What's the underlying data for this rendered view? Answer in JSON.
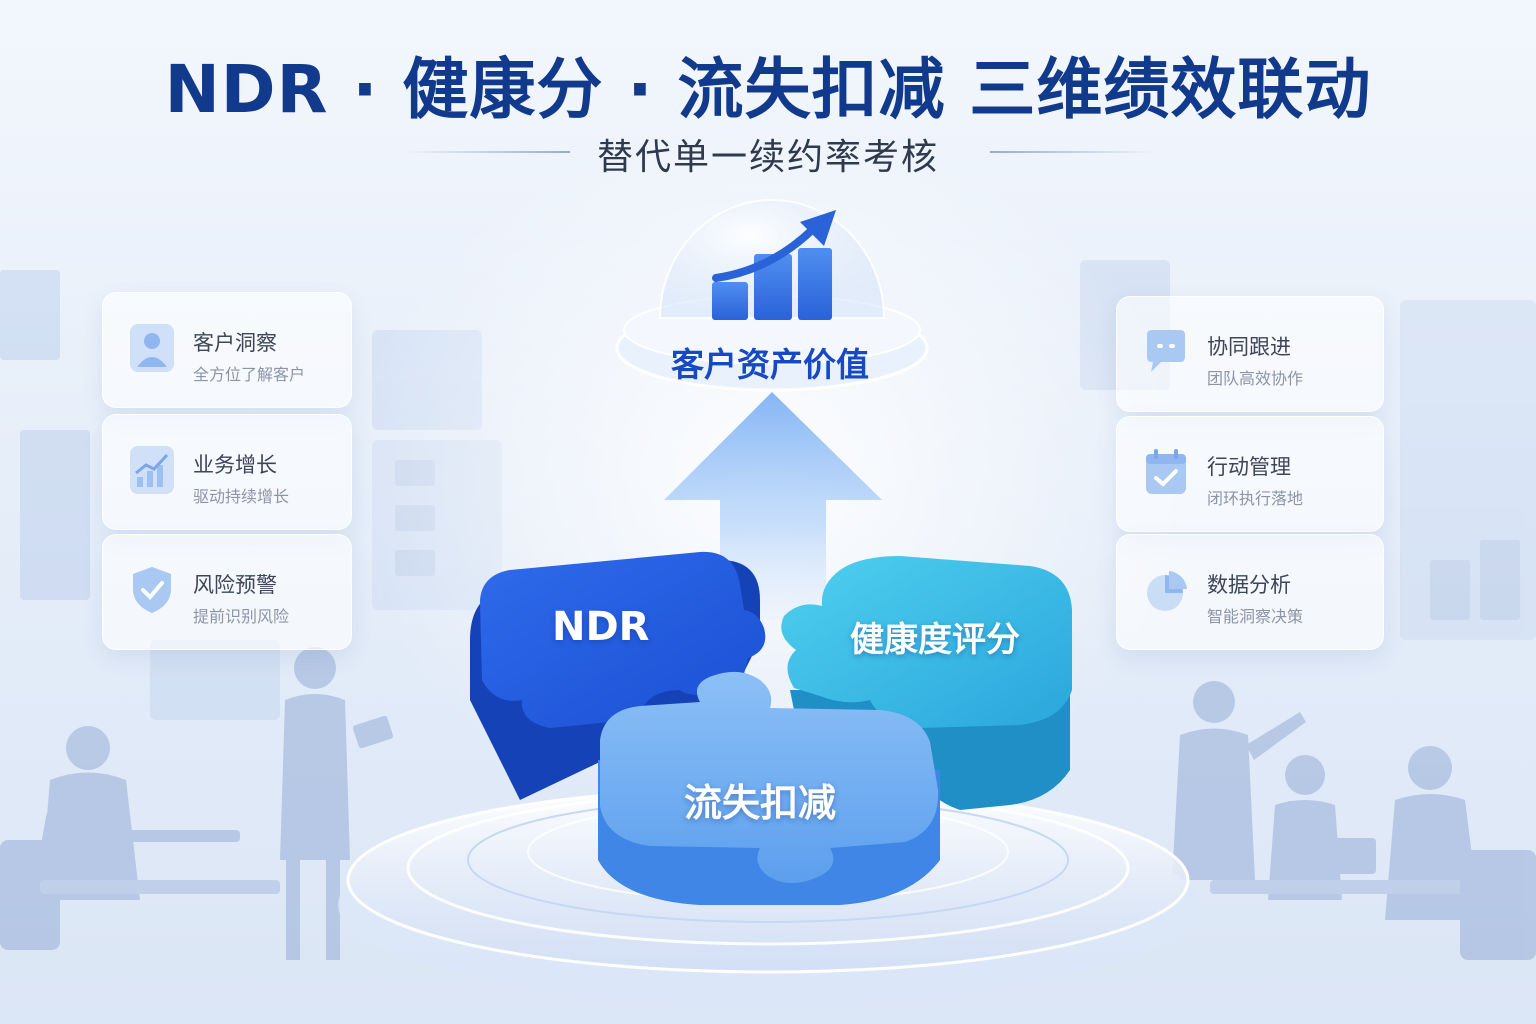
{
  "header": {
    "title": "NDR · 健康分 · 流失扣减  三维绩效联动",
    "subtitle": "替代单一续约率考核"
  },
  "left_cards": [
    {
      "title": "客户洞察",
      "subtitle": "全方位了解客户",
      "icon": "user-icon"
    },
    {
      "title": "业务增长",
      "subtitle": "驱动持续增长",
      "icon": "trend-chart-icon"
    },
    {
      "title": "风险预警",
      "subtitle": "提前识别风险",
      "icon": "shield-check-icon"
    }
  ],
  "right_cards": [
    {
      "title": "协同跟进",
      "subtitle": "团队高效协作",
      "icon": "chat-bubble-icon"
    },
    {
      "title": "行动管理",
      "subtitle": "闭环执行落地",
      "icon": "calendar-check-icon"
    },
    {
      "title": "数据分析",
      "subtitle": "智能洞察决策",
      "icon": "pie-chart-icon"
    }
  ],
  "diagram": {
    "goal_label": "客户资产价值",
    "pieces": [
      {
        "label": "NDR",
        "color": "#1f5ee0"
      },
      {
        "label": "健康度评分",
        "color": "#2fb3e3"
      },
      {
        "label": "流失扣减",
        "color": "#5c9cf0"
      }
    ]
  },
  "colors": {
    "title": "#123a8c",
    "accent": "#1849c4",
    "background": "#e6eef9"
  }
}
